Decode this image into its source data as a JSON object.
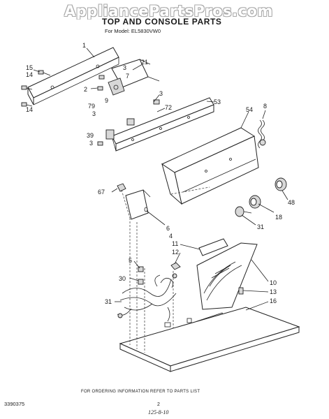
{
  "watermark": "AppliancePartsPros.com",
  "title": "TOP AND CONSOLE PARTS",
  "model_line": "For Model: EL5830VW0",
  "footer_note": "FOR ORDERING INFORMATION REFER TO PARTS LIST",
  "doc_number": "3390375",
  "page_number": "2",
  "handwritten_note": "125-8-10",
  "callouts": [
    "1",
    "15",
    "14",
    "21",
    "3",
    "2",
    "7",
    "9",
    "3",
    "14",
    "79",
    "3",
    "72",
    "53",
    "54",
    "8",
    "39",
    "3",
    "67",
    "48",
    "6",
    "4",
    "18",
    "31",
    "11",
    "12",
    "5",
    "30",
    "10",
    "13",
    "31",
    "16"
  ]
}
